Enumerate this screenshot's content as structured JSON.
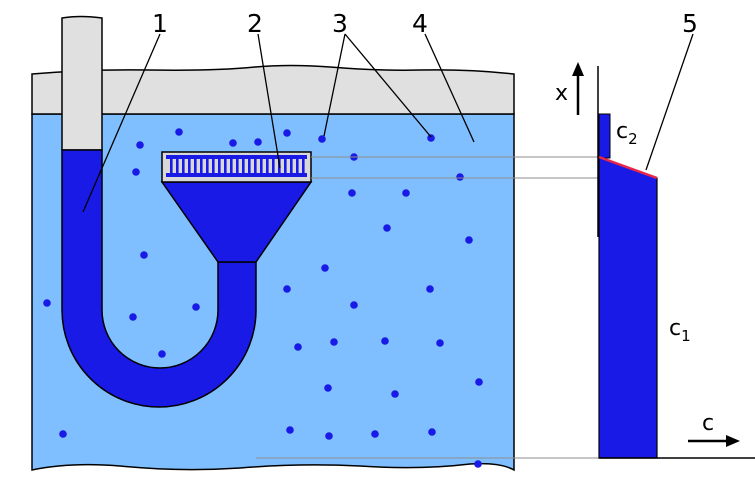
{
  "labels": [
    "1",
    "2",
    "3",
    "4",
    "5"
  ],
  "axis": {
    "x": "x",
    "c": "c"
  },
  "levels": {
    "c2_base": "c",
    "c2_sub": "2",
    "c1_base": "c",
    "c1_sub": "1"
  },
  "colors": {
    "container_fluid": "#80bfff",
    "concentrate": "#1a1ae6",
    "membrane_frame": "#d8d8d8",
    "sediment": "#e0e0e0",
    "gradient_line": "#e8264a",
    "outline": "#000000"
  }
}
